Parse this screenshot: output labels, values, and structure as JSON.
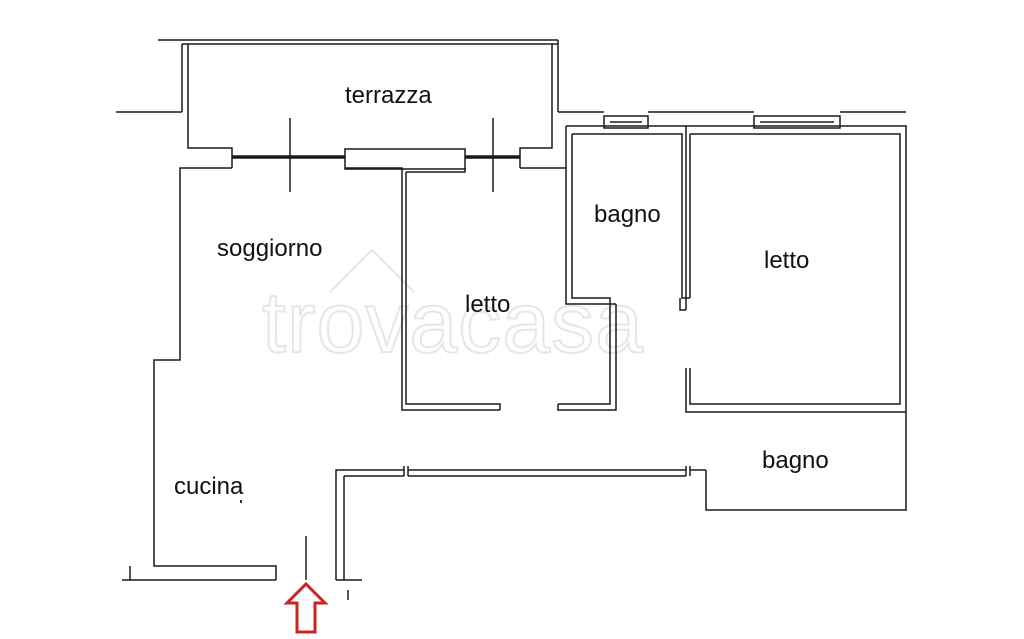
{
  "rooms": {
    "terrazza": "terrazza",
    "soggiorno": "soggiorno",
    "letto_center": "letto",
    "bagno_top": "bagno",
    "letto_right": "letto",
    "cucina": "cucina",
    "bagno_bottom": "bagno"
  },
  "watermark": "trovacasa",
  "entrance_arrow_color": "#cc2222",
  "wall_color": "#1a1a1a"
}
